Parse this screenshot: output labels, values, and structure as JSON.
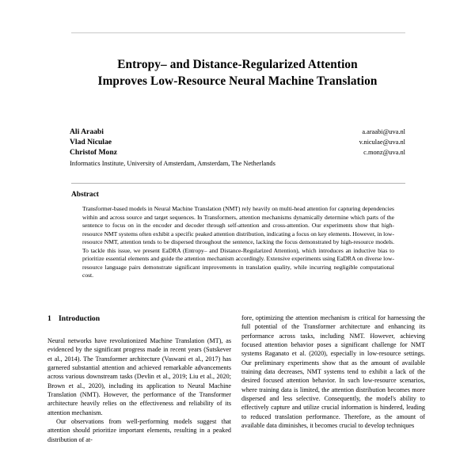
{
  "document": {
    "type": "academic-paper-page",
    "title_lines": [
      "Entropy– and Distance-Regularized Attention",
      "Improves Low-Resource Neural Machine Translation"
    ],
    "authors": [
      {
        "name": "Ali Araabi",
        "email": "a.araabi@uva.nl"
      },
      {
        "name": "Vlad Niculae",
        "email": "v.niculae@uva.nl"
      },
      {
        "name": "Christof Monz",
        "email": "c.monz@uva.nl"
      }
    ],
    "affiliation": "Informatics Institute, University of Amsterdam, Amsterdam, The Netherlands",
    "abstract": {
      "heading": "Abstract",
      "text": "Transformer-based models in Neural Machine Translation (NMT) rely heavily on multi-head attention for capturing dependencies within and across source and target sequences. In Transformers, attention mechanisms dynamically determine which parts of the sentence to focus on in the encoder and decoder through self-attention and cross-attention. Our experiments show that high-resource NMT systems often exhibit a specific peaked attention distribution, indicating a focus on key elements. However, in low-resource NMT, attention tends to be dispersed throughout the sentence, lacking the focus demonstrated by high-resource models. To tackle this issue, we present EaDRA (Entropy– and Distance-Regularized Attention), which introduces an inductive bias to prioritize essential elements and guide the attention mechanism accordingly. Extensive experiments using EaDRA on diverse low-resource language pairs demonstrate significant improvements in translation quality, while incurring negligible computational cost."
    },
    "sections": [
      {
        "number": "1",
        "heading": "Introduction",
        "column": "left",
        "paragraphs": [
          "Neural networks have revolutionized Machine Translation (MT), as evidenced by the significant progress made in recent years (Sutskever et al., 2014). The Transformer architecture (Vaswani et al., 2017) has garnered substantial attention and achieved remarkable advancements across various downstream tasks (Devlin et al., 2019; Liu et al., 2020; Brown et al., 2020), including its application to Neural Machine Translation (NMT). However, the performance of the Transformer architecture heavily relies on the effectiveness and reliability of its attention mechanism.",
          "Our observations from well-performing models suggest that attention should prioritize important elements, resulting in a peaked distribution of at-"
        ]
      }
    ],
    "right_column": {
      "paragraphs": [
        "fore, optimizing the attention mechanism is critical for harnessing the full potential of the Transformer architecture and enhancing its performance across tasks, including NMT. However, achieving focused attention behavior poses a significant challenge for NMT systems Raganato et al. (2020), especially in low-resource settings. Our preliminary experiments show that as the amount of available training data decreases, NMT systems tend to exhibit a lack of the desired focused attention behavior. In such low-resource scenarios, where training data is limited, the attention distribution becomes more dispersed and less selective. Consequently, the model's ability to effectively capture and utilize crucial information is hindered, leading to reduced translation performance. Therefore, as the amount of available data diminishes, it becomes crucial to develop techniques"
      ]
    },
    "colors": {
      "page_background": "#ffffff",
      "text": "#000000",
      "rule": "#c8c8c8"
    }
  }
}
